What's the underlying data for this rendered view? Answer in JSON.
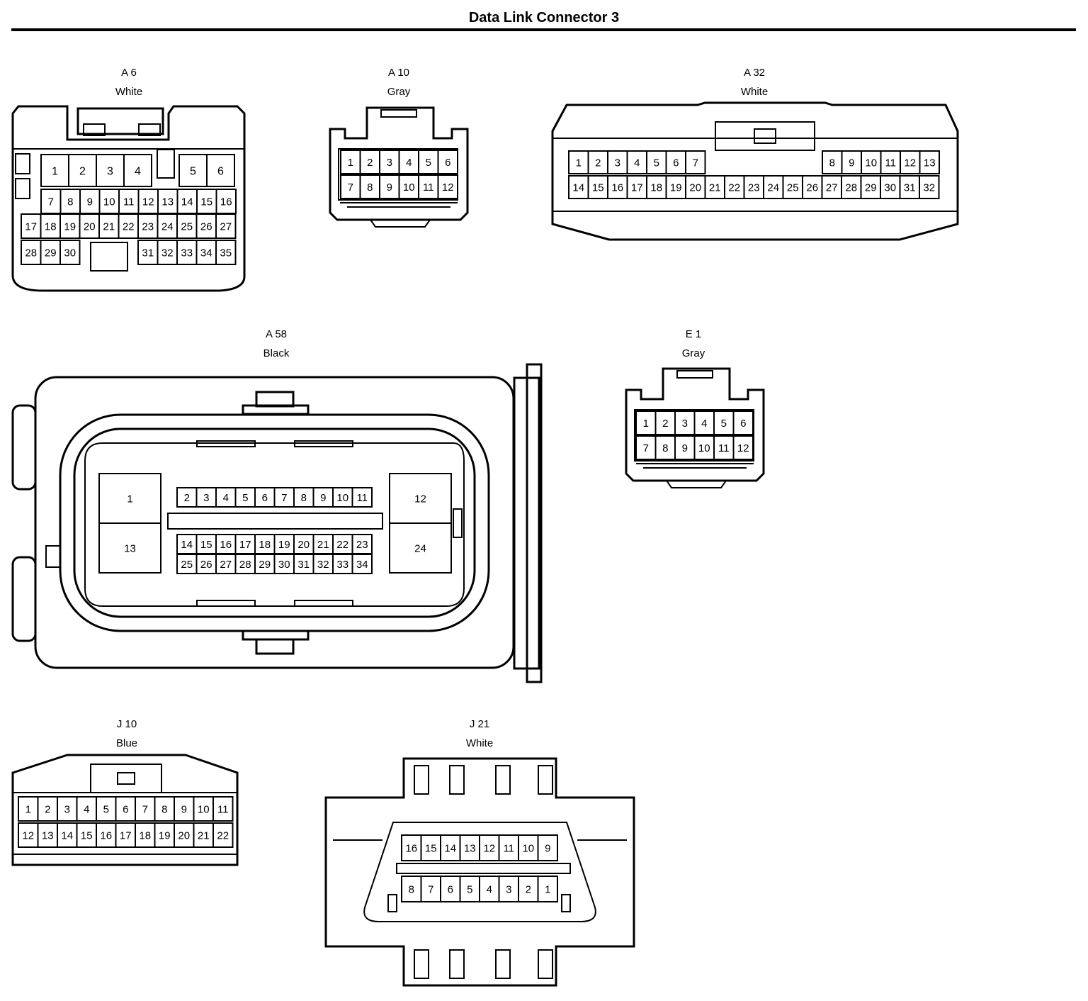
{
  "title": "Data Link Connector 3",
  "connectors": [
    {
      "id": "A 6",
      "color": "White"
    },
    {
      "id": "A 10",
      "color": "Gray"
    },
    {
      "id": "A 32",
      "color": "White"
    },
    {
      "id": "A 58",
      "color": "Black"
    },
    {
      "id": "E 1",
      "color": "Gray"
    },
    {
      "id": "J 10",
      "color": "Blue"
    },
    {
      "id": "J 21",
      "color": "White"
    }
  ]
}
